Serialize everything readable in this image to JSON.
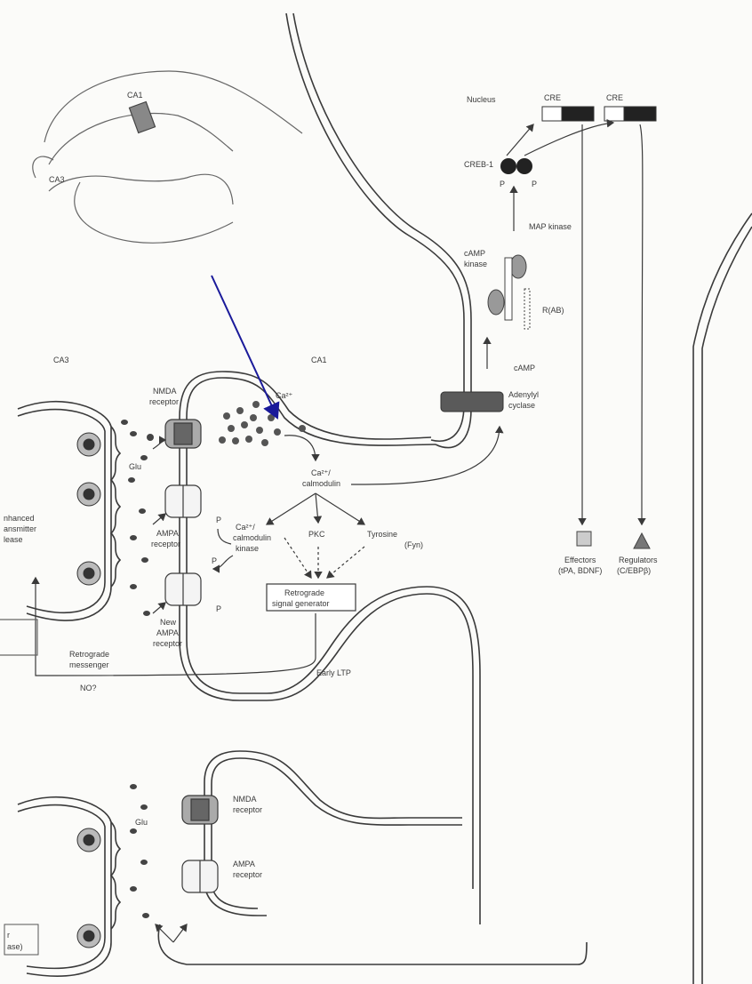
{
  "labels": {
    "ca1_inset": "CA1",
    "ca3_inset": "CA3",
    "ca3": "CA3",
    "ca1": "CA1",
    "nucleus": "Nucleus",
    "cre1": "CRE",
    "cre2": "CRE",
    "creb": "CREB-1",
    "p1": "P",
    "p2": "P",
    "map_kinase": "MAP kinase",
    "camp_kinase_1": "cAMP",
    "camp_kinase_2": "kinase",
    "r_ab": "R(AB)",
    "camp": "cAMP",
    "adenylyl_1": "Adenylyl",
    "adenylyl_2": "cyclase",
    "nmda_top_1": "NMDA",
    "nmda_top_2": "receptor",
    "ca_ion": "Ca²⁺",
    "glu_top": "Glu",
    "ca_calmodulin_1": "Ca²⁺/",
    "ca_calmodulin_2": "calmodulin",
    "enhanced_1": "nhanced",
    "enhanced_2": "ansmitter",
    "enhanced_3": "lease",
    "ampa_top_1": "AMPA",
    "ampa_top_2": "receptor",
    "camkinase_1": "Ca²⁺/",
    "camkinase_2": "calmodulin",
    "camkinase_3": "kinase",
    "pkc": "PKC",
    "tyrosine_1": "Tyrosine",
    "tyrosine_2": "(Fyn)",
    "p3": "P",
    "p4": "P",
    "p5": "P",
    "retro_gen_1": "Retrograde",
    "retro_gen_2": "signal generator",
    "new_ampa_1": "New",
    "new_ampa_2": "AMPA",
    "new_ampa_3": "receptor",
    "retro_msg_1": "Retrograde",
    "retro_msg_2": "messenger",
    "no": "NO?",
    "early_ltp": "Early LTP",
    "effectors_1": "Effectors",
    "effectors_2": "(tPA, BDNF)",
    "regulators_1": "Regulators",
    "regulators_2": "(C/EBPβ)",
    "glu_bottom": "Glu",
    "nmda_bot_1": "NMDA",
    "nmda_bot_2": "receptor",
    "ampa_bot_1": "AMPA",
    "ampa_bot_2": "receptor",
    "corner_1": "r",
    "corner_2": "ase)"
  },
  "colors": {
    "ink": "#3a3a3a",
    "arrow_blue": "#1a1a9a",
    "dark_fill": "#444444",
    "gray_fill": "#8a8a8a"
  }
}
